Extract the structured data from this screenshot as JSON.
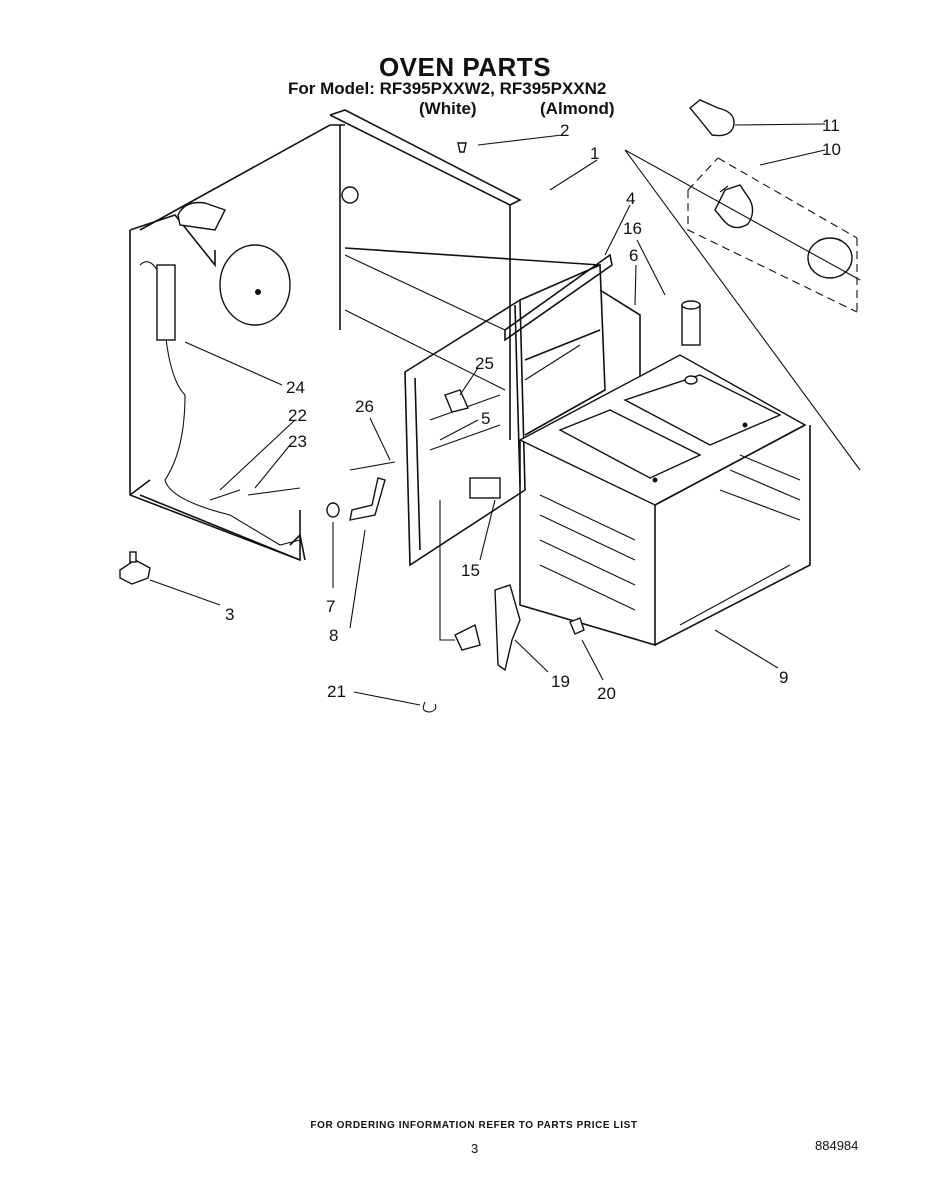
{
  "header": {
    "title": "OVEN PARTS",
    "model_line": "For Model: RF395PXXW2, RF395PXXN2",
    "variant_1": "(White)",
    "variant_2": "(Almond)"
  },
  "callouts": [
    "1",
    "2",
    "3",
    "4",
    "5",
    "6",
    "7",
    "8",
    "9",
    "10",
    "11",
    "15",
    "16",
    "19",
    "20",
    "21",
    "22",
    "23",
    "24",
    "25",
    "26"
  ],
  "footer": {
    "ordering_note": "FOR ORDERING INFORMATION REFER TO PARTS PRICE LIST",
    "page_number": "3",
    "document_number": "884984"
  }
}
